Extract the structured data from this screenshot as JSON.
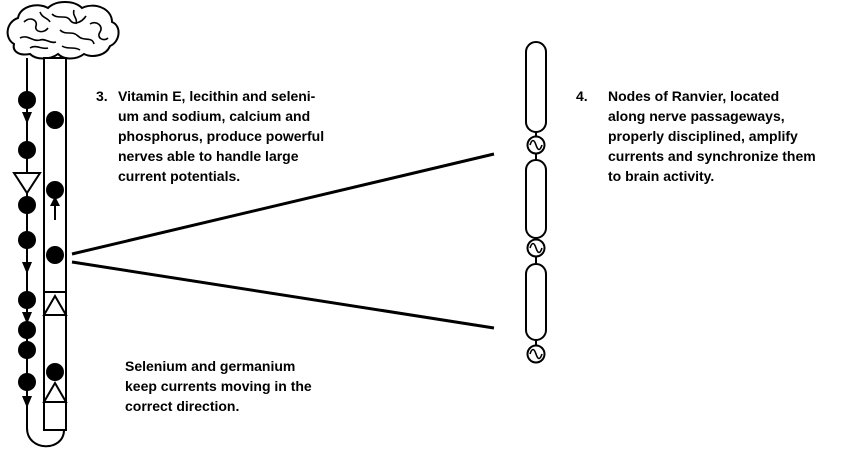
{
  "captions": {
    "vitamin": {
      "number": "3.",
      "text": "Vitamin E, lecithin and seleni-\num and sodium, calcium and\nphosphorus, produce powerful\nnerves able to handle large\ncurrent potentials."
    },
    "ranvier": {
      "number": "4.",
      "text": "Nodes of Ranvier, located\nalong nerve passageways,\nproperly disciplined, amplify\ncurrents and synchronize them\nto brain activity."
    },
    "selenium": {
      "text": "Selenium and germanium\nkeep currents moving in the\ncorrect direction."
    }
  },
  "colors": {
    "ink": "#000000",
    "paper": "#ffffff"
  },
  "icons": {
    "brain": "brain-icon",
    "node_wave": "sine-wave-icon"
  }
}
